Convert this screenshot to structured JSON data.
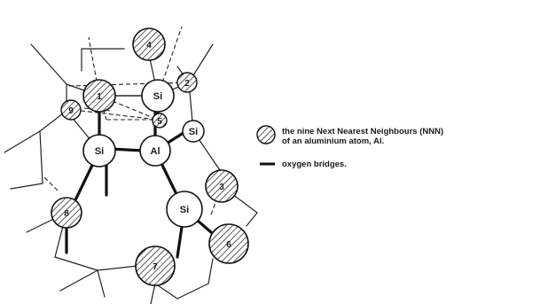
{
  "diagram": {
    "atom_symbols": {
      "si": "Si",
      "al": "Al"
    },
    "nnn_numbers": [
      "1",
      "2",
      "3",
      "4",
      "5",
      "6",
      "7",
      "8",
      "9"
    ]
  },
  "legend": {
    "nnn_line1": "the nine Next Nearest Neighbours (NNN)",
    "nnn_line2": "of an aluminium atom, Al.",
    "oxygen": "oxygen bridges."
  }
}
